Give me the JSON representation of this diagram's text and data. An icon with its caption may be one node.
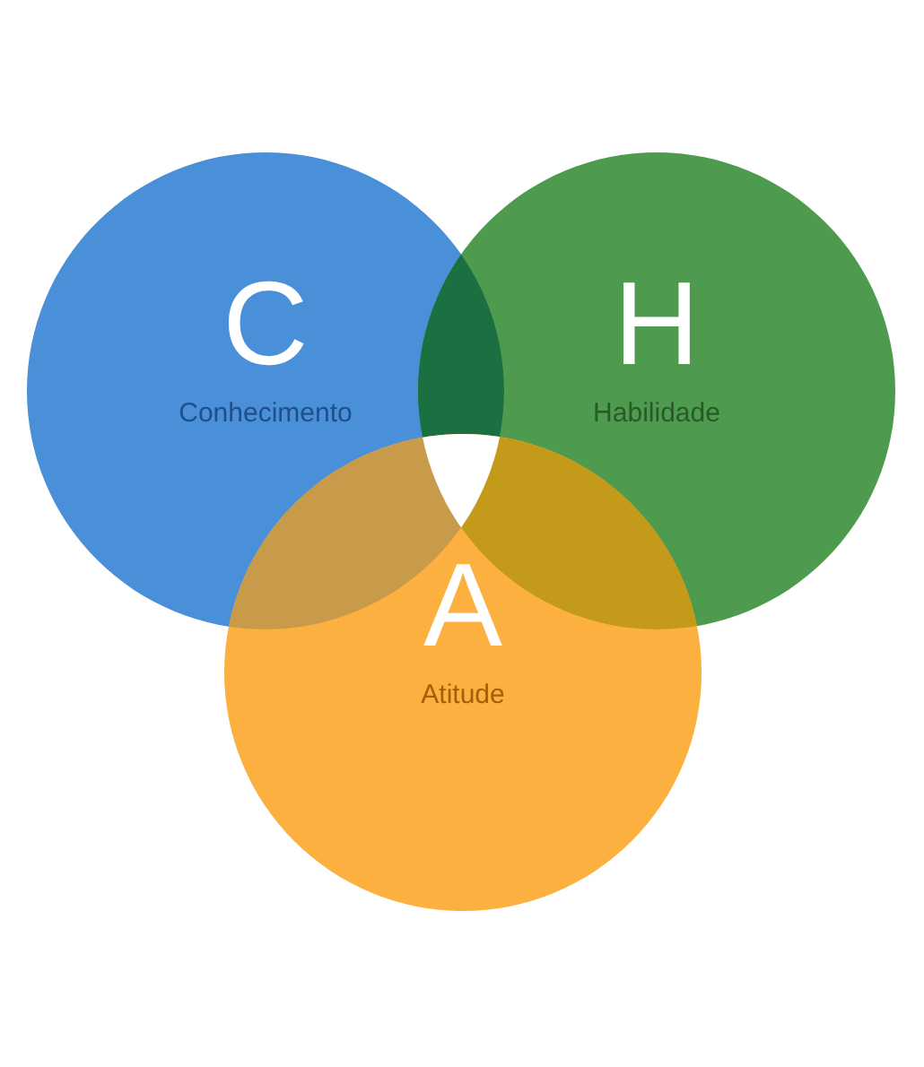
{
  "diagram": {
    "nodes": [
      {
        "text": [
          "C",
          "Conhecimento"
        ]
      },
      {
        "text": [
          "H",
          "Habilidade"
        ]
      },
      {
        "text": [
          "A",
          "Atitude"
        ]
      }
    ]
  }
}
